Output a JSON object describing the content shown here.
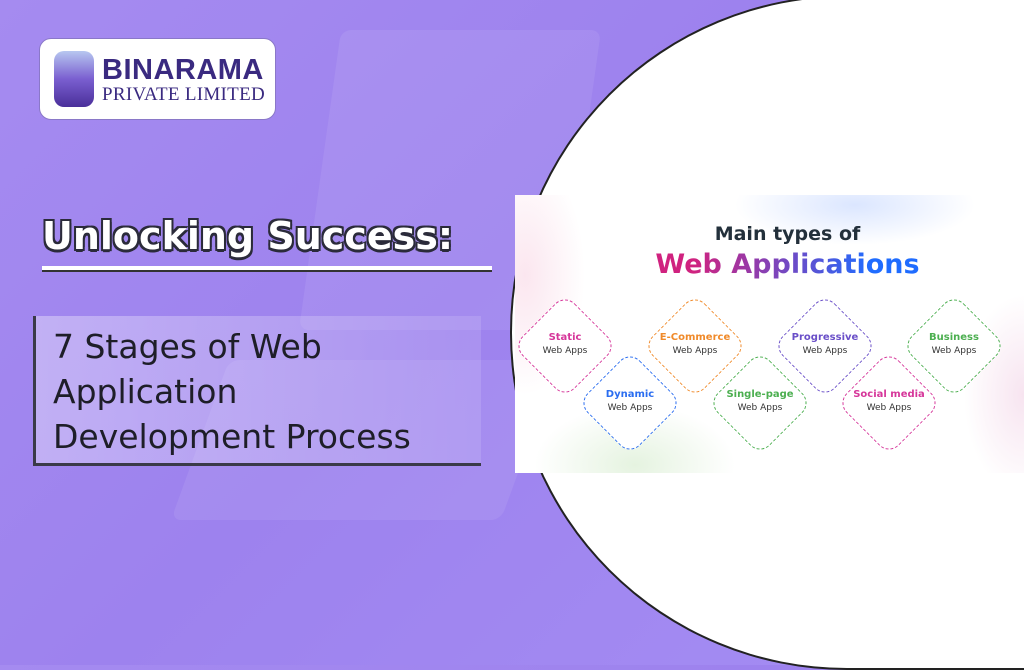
{
  "logo": {
    "name": "BINARAMA",
    "tagline": "PRIVATE LIMITED"
  },
  "headline": "Unlocking Success:",
  "subtitle_lines": [
    "7 Stages of Web",
    "Application",
    "Development Process"
  ],
  "infographic": {
    "title_line1": "Main types of",
    "title_line2": "Web Applications",
    "items": [
      {
        "name": "Static",
        "sub": "Web Apps",
        "color": "#d6369a"
      },
      {
        "name": "Dynamic",
        "sub": "Web Apps",
        "color": "#2a6df0"
      },
      {
        "name": "E-Commerce",
        "sub": "Web Apps",
        "color": "#f08a2a"
      },
      {
        "name": "Single-page",
        "sub": "Web Apps",
        "color": "#4caf50"
      },
      {
        "name": "Progressive",
        "sub": "Web Apps",
        "color": "#6a4fc8"
      },
      {
        "name": "Social media",
        "sub": "Web Apps",
        "color": "#d6369a"
      },
      {
        "name": "Business",
        "sub": "Web Apps",
        "color": "#4caf50"
      }
    ]
  }
}
